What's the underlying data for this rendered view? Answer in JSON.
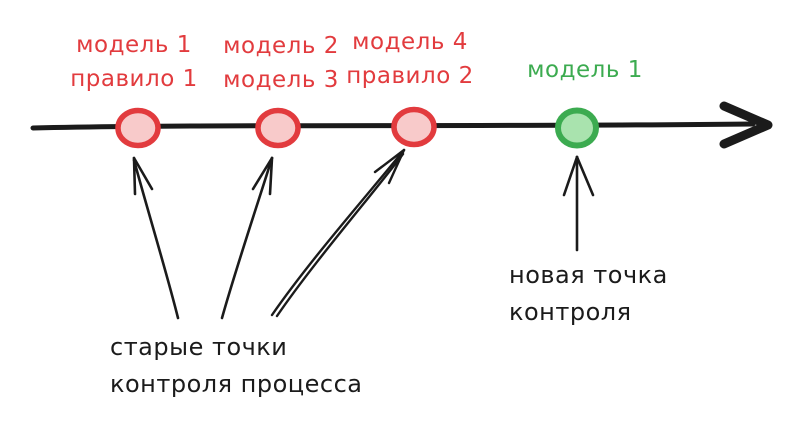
{
  "title": "process checkpoints timeline diagram",
  "colors": {
    "background": "#ffffff",
    "ink": "#1b1b1b",
    "old_accent": "#e23b3e",
    "old_fill": "#f8caca",
    "new_accent": "#3cab50",
    "new_fill": "#a9e3ae"
  },
  "timeline": {
    "direction": "left-to-right"
  },
  "checkpoints": [
    {
      "status": "old",
      "line1": "модель 1",
      "line2": "правило 1"
    },
    {
      "status": "old",
      "line1": "модель 2",
      "line2": "модель 3"
    },
    {
      "status": "old",
      "line1": "модель 4",
      "line2": "правило 2"
    },
    {
      "status": "new",
      "line1": "модель 1",
      "line2": ""
    }
  ],
  "annotations": {
    "old_points": {
      "line1": "старые точки",
      "line2": "контроля процесса"
    },
    "new_point": {
      "line1": "новая точка",
      "line2": "контроля"
    }
  }
}
